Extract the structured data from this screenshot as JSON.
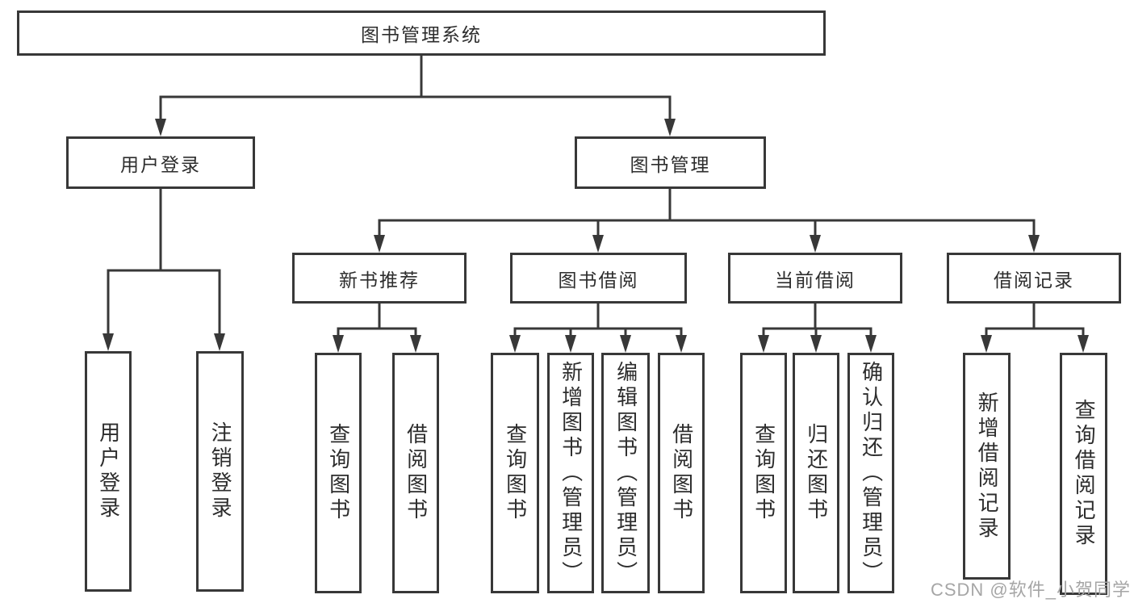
{
  "tree": {
    "root": {
      "label": "图书管理系统"
    },
    "branches": [
      {
        "label": "用户登录",
        "children": [
          {
            "label": "用户登录"
          },
          {
            "label": "注销登录"
          }
        ]
      },
      {
        "label": "图书管理",
        "groups": [
          {
            "label": "新书推荐",
            "children": [
              {
                "label": "查询图书"
              },
              {
                "label": "借阅图书"
              }
            ]
          },
          {
            "label": "图书借阅",
            "children": [
              {
                "label": "查询图书"
              },
              {
                "label": "新增图书（管理员）"
              },
              {
                "label": "编辑图书（管理员）"
              },
              {
                "label": "借阅图书"
              }
            ]
          },
          {
            "label": "当前借阅",
            "children": [
              {
                "label": "查询图书"
              },
              {
                "label": "归还图书"
              },
              {
                "label": "确认归还（管理员）"
              }
            ]
          },
          {
            "label": "借阅记录",
            "children": [
              {
                "label": "新增借阅记录"
              },
              {
                "label": "查询借阅记录"
              }
            ]
          }
        ]
      }
    ]
  },
  "watermark": {
    "text": "CSDN @软件_小贺同学"
  },
  "colors": {
    "line": "#383838",
    "text": "#2d2d2d",
    "watermark": "#a6a6a6",
    "background": "#ffffff"
  }
}
